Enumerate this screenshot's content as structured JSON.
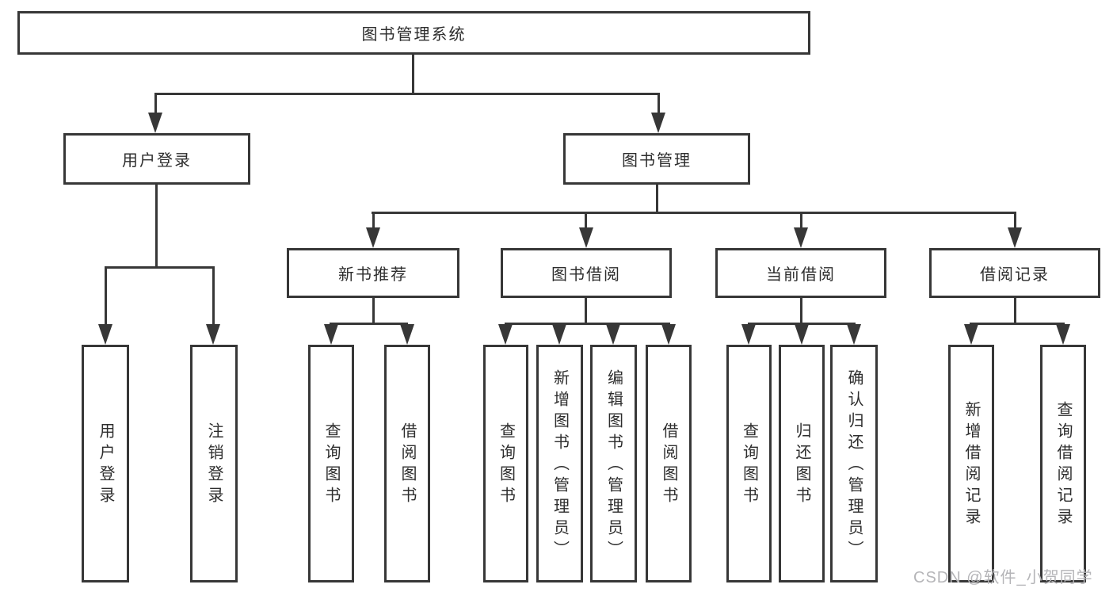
{
  "diagram": {
    "root": "图书管理系统",
    "branches": [
      {
        "label": "用户登录",
        "leaves": [
          "用户登录",
          "注销登录"
        ]
      },
      {
        "label": "图书管理",
        "sections": [
          {
            "label": "新书推荐",
            "leaves": [
              "查询图书",
              "借阅图书"
            ]
          },
          {
            "label": "图书借阅",
            "leaves": [
              "查询图书",
              "新增图书（管理员）",
              "编辑图书（管理员）",
              "借阅图书"
            ]
          },
          {
            "label": "当前借阅",
            "leaves": [
              "查询图书",
              "归还图书",
              "确认归还（管理员）"
            ]
          },
          {
            "label": "借阅记录",
            "leaves": [
              "新增借阅记录",
              "查询借阅记录"
            ]
          }
        ]
      }
    ]
  },
  "watermark": "CSDN @软件_小贺同学",
  "colors": {
    "line": "#373737",
    "text": "#2d2d2d",
    "watermark": "#b5b5b8",
    "background": "#ffffff"
  }
}
